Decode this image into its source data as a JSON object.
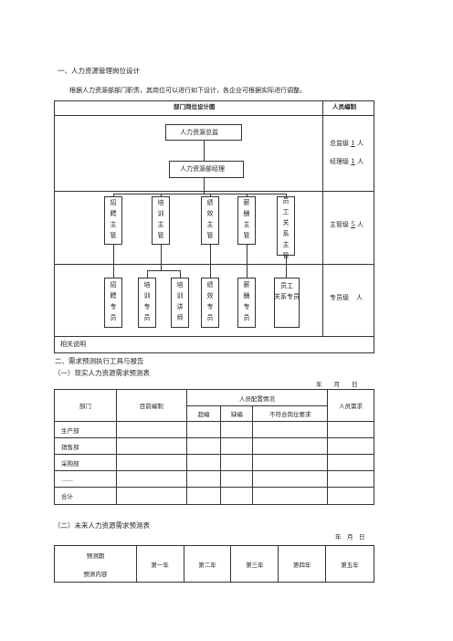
{
  "section1": {
    "title": "一、人力资源管理岗位设计",
    "intro": "根据人力资源部部门职责，其岗位可以进行如下设计，各企业可根据实际进行调整。"
  },
  "org_table": {
    "header_left": "部门岗位设计图",
    "header_right": "人员编制",
    "director": "人力资源总监",
    "manager": "人力资源部经理",
    "managers": [
      "招聘主管",
      "培训主管",
      "绩效主管",
      "薪酬主管",
      "员工关系主管"
    ],
    "staff": [
      "招聘专员",
      "培训专员",
      "培训讲师",
      "绩效专员",
      "薪酬专员",
      "员工关系专员"
    ],
    "quota_director": {
      "label": "总监级",
      "value": "1",
      "unit": "人"
    },
    "quota_manager": {
      "label": "经理级",
      "value": "1",
      "unit": "人"
    },
    "quota_supervisor": {
      "label": "主管级",
      "value": "5",
      "unit": "人"
    },
    "quota_staff": {
      "label": "专员级",
      "value": "",
      "unit": "人"
    },
    "notes_label": "相关说明"
  },
  "section2": {
    "title": "二、需求预测执行工具与报告",
    "sub1": "（一）现实人力资源需求预测表",
    "date1": "年　　月　　日",
    "sub2": "（二）未来人力资源需求预测表",
    "date2": "年　月　日"
  },
  "current_table": {
    "col_dept": "部门",
    "col_current": "目前编制",
    "col_config": "人员配置情况",
    "col_over": "超编",
    "col_short": "缺编",
    "col_mismatch": "不符合岗位要求",
    "col_need": "人员需求",
    "rows": [
      "生产部",
      "销售部",
      "采购部",
      "……",
      "合计"
    ]
  },
  "future_table": {
    "corner_top": "预测期",
    "corner_bottom": "预测内容",
    "years": [
      "第一年",
      "第二年",
      "第三年",
      "第四年",
      "第五年"
    ]
  }
}
